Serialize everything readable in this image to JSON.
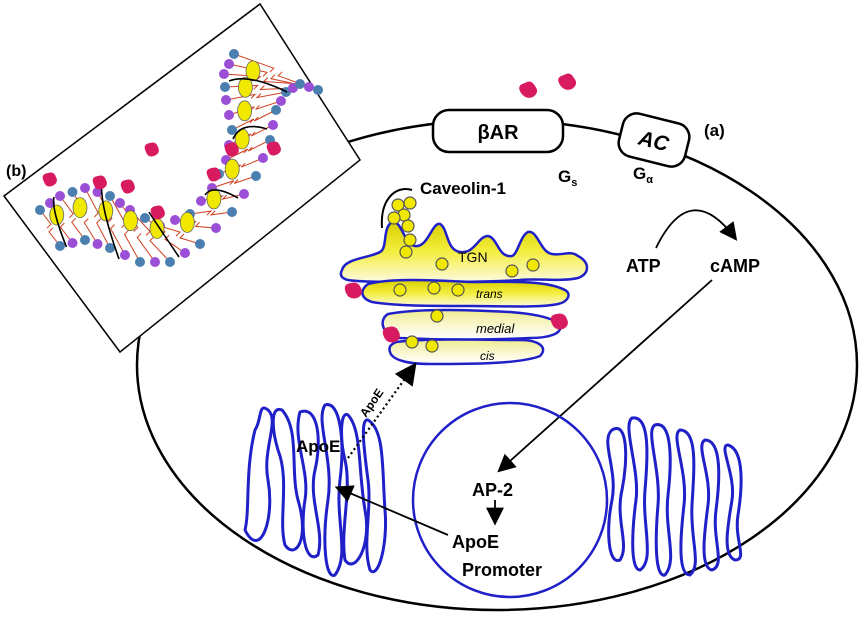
{
  "labels": {
    "panel_a": "(a)",
    "panel_b": "(b)",
    "receptor": "βAR",
    "cyclase": "AC",
    "gs_main": "G",
    "gs_sub": "s",
    "galpha_main": "G",
    "galpha_sub": "α",
    "caveolin": "Caveolin-1",
    "tgn": "TGN",
    "trans": "trans",
    "medial": "medial",
    "cis": "cis",
    "atp": "ATP",
    "camp": "cAMP",
    "apoe_transport": "ApoE",
    "apoe_gene": "ApoE",
    "ap2": "AP-2",
    "apoe_promoter_line1": "ApoE",
    "apoe_promoter_line2": "Promoter"
  },
  "colors": {
    "membrane": "#1a1a1a",
    "er_blue": "#2020c8",
    "golgi_yellow": "#e8e000",
    "ligand_pink": "#d81b60",
    "lipid_purple": "#9b4fd6",
    "lipid_blue": "#4a7fb0",
    "tail_red": "#d04020"
  }
}
